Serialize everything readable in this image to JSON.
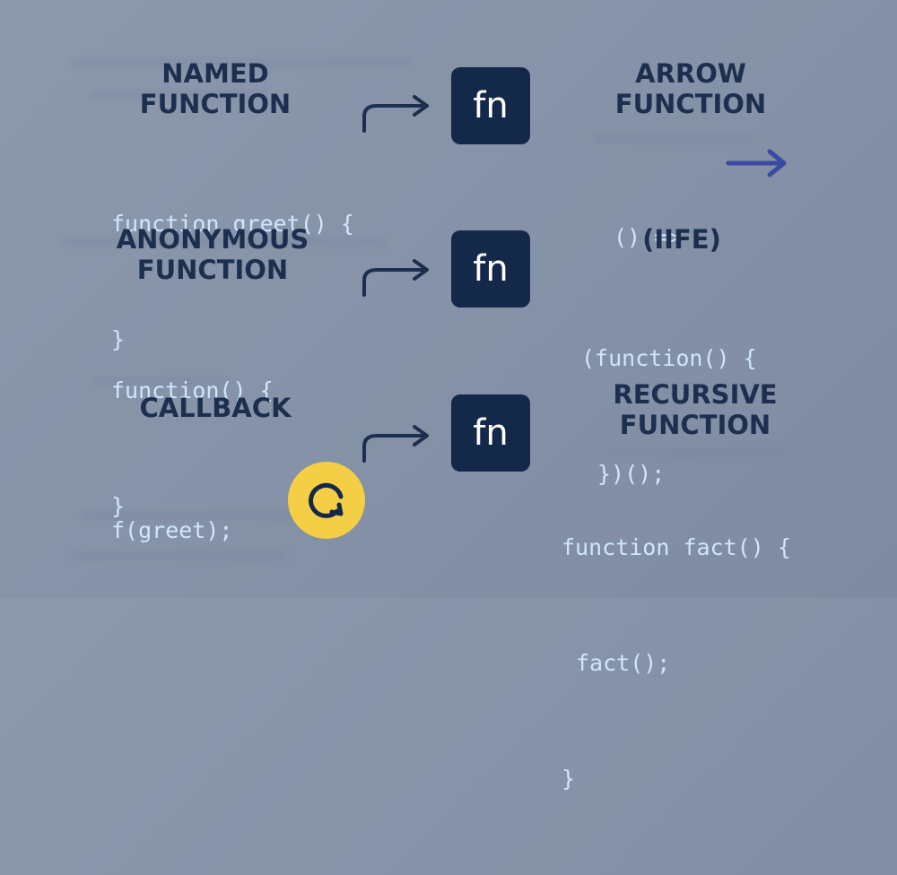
{
  "sections": {
    "named": {
      "title_line1": "NAMED",
      "title_line2": "FUNCTION",
      "code_line1": "function greet() {",
      "code_line2": "}"
    },
    "arrow": {
      "title_line1": "ARROW",
      "title_line2": "FUNCTION",
      "code_line1": "() =>"
    },
    "anonymous": {
      "title_line1": "ANONYMOUS",
      "title_line2": "FUNCTION",
      "code_line1": "function() {",
      "code_line2": "}"
    },
    "iife": {
      "title_line1": "(IIFE)",
      "code_line1": "(function() {",
      "code_line2": "})();"
    },
    "callback": {
      "title_line1": "CALLBACK",
      "code_line1": "f(greet);"
    },
    "recursive": {
      "title_line1": "RECURSIVE",
      "title_line2": "FUNCTION",
      "code_line1": "function fact() {",
      "code_line2": "fact();",
      "code_line3": "}"
    }
  },
  "fn_badges": [
    "fn",
    "fn",
    "fn"
  ],
  "icons": [
    "hook-arrow-icon",
    "arrow-right-icon",
    "cycle-icon"
  ],
  "colors": {
    "background": "#8592a7",
    "title_text": "#1c2f4f",
    "code_text": "#cfe6ff",
    "fn_box": "#14294a",
    "arrow_dark": "#1c2f4f",
    "arrow_blue": "#3a4aa0",
    "badge_yellow": "#f4cf46"
  }
}
